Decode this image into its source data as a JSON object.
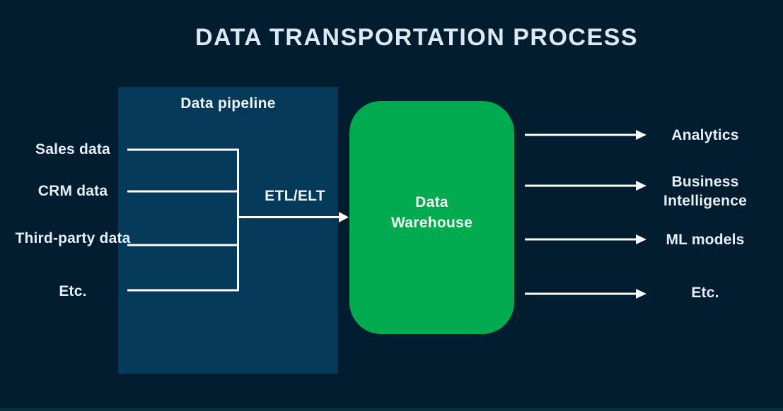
{
  "title": "DATA TRANSPORTATION PROCESS",
  "pipeline": {
    "label": "Data pipeline"
  },
  "sources": [
    {
      "label": "Sales data"
    },
    {
      "label": "CRM data"
    },
    {
      "label": "Third-party data"
    },
    {
      "label": "Etc."
    }
  ],
  "etl": {
    "label": "ETL/ELT"
  },
  "warehouse": {
    "label": "Data Warehouse"
  },
  "outputs": [
    {
      "label": "Analytics"
    },
    {
      "label": "Business Intelligence"
    },
    {
      "label": "ML models"
    },
    {
      "label": "Etc."
    }
  ],
  "colors": {
    "background": "#021d2f",
    "pipeline_box": "#04395a",
    "warehouse_green": "#00ab4f",
    "text": "#e8eef5",
    "connector_line": "#ffffff",
    "footer_bar": "#05323d"
  }
}
